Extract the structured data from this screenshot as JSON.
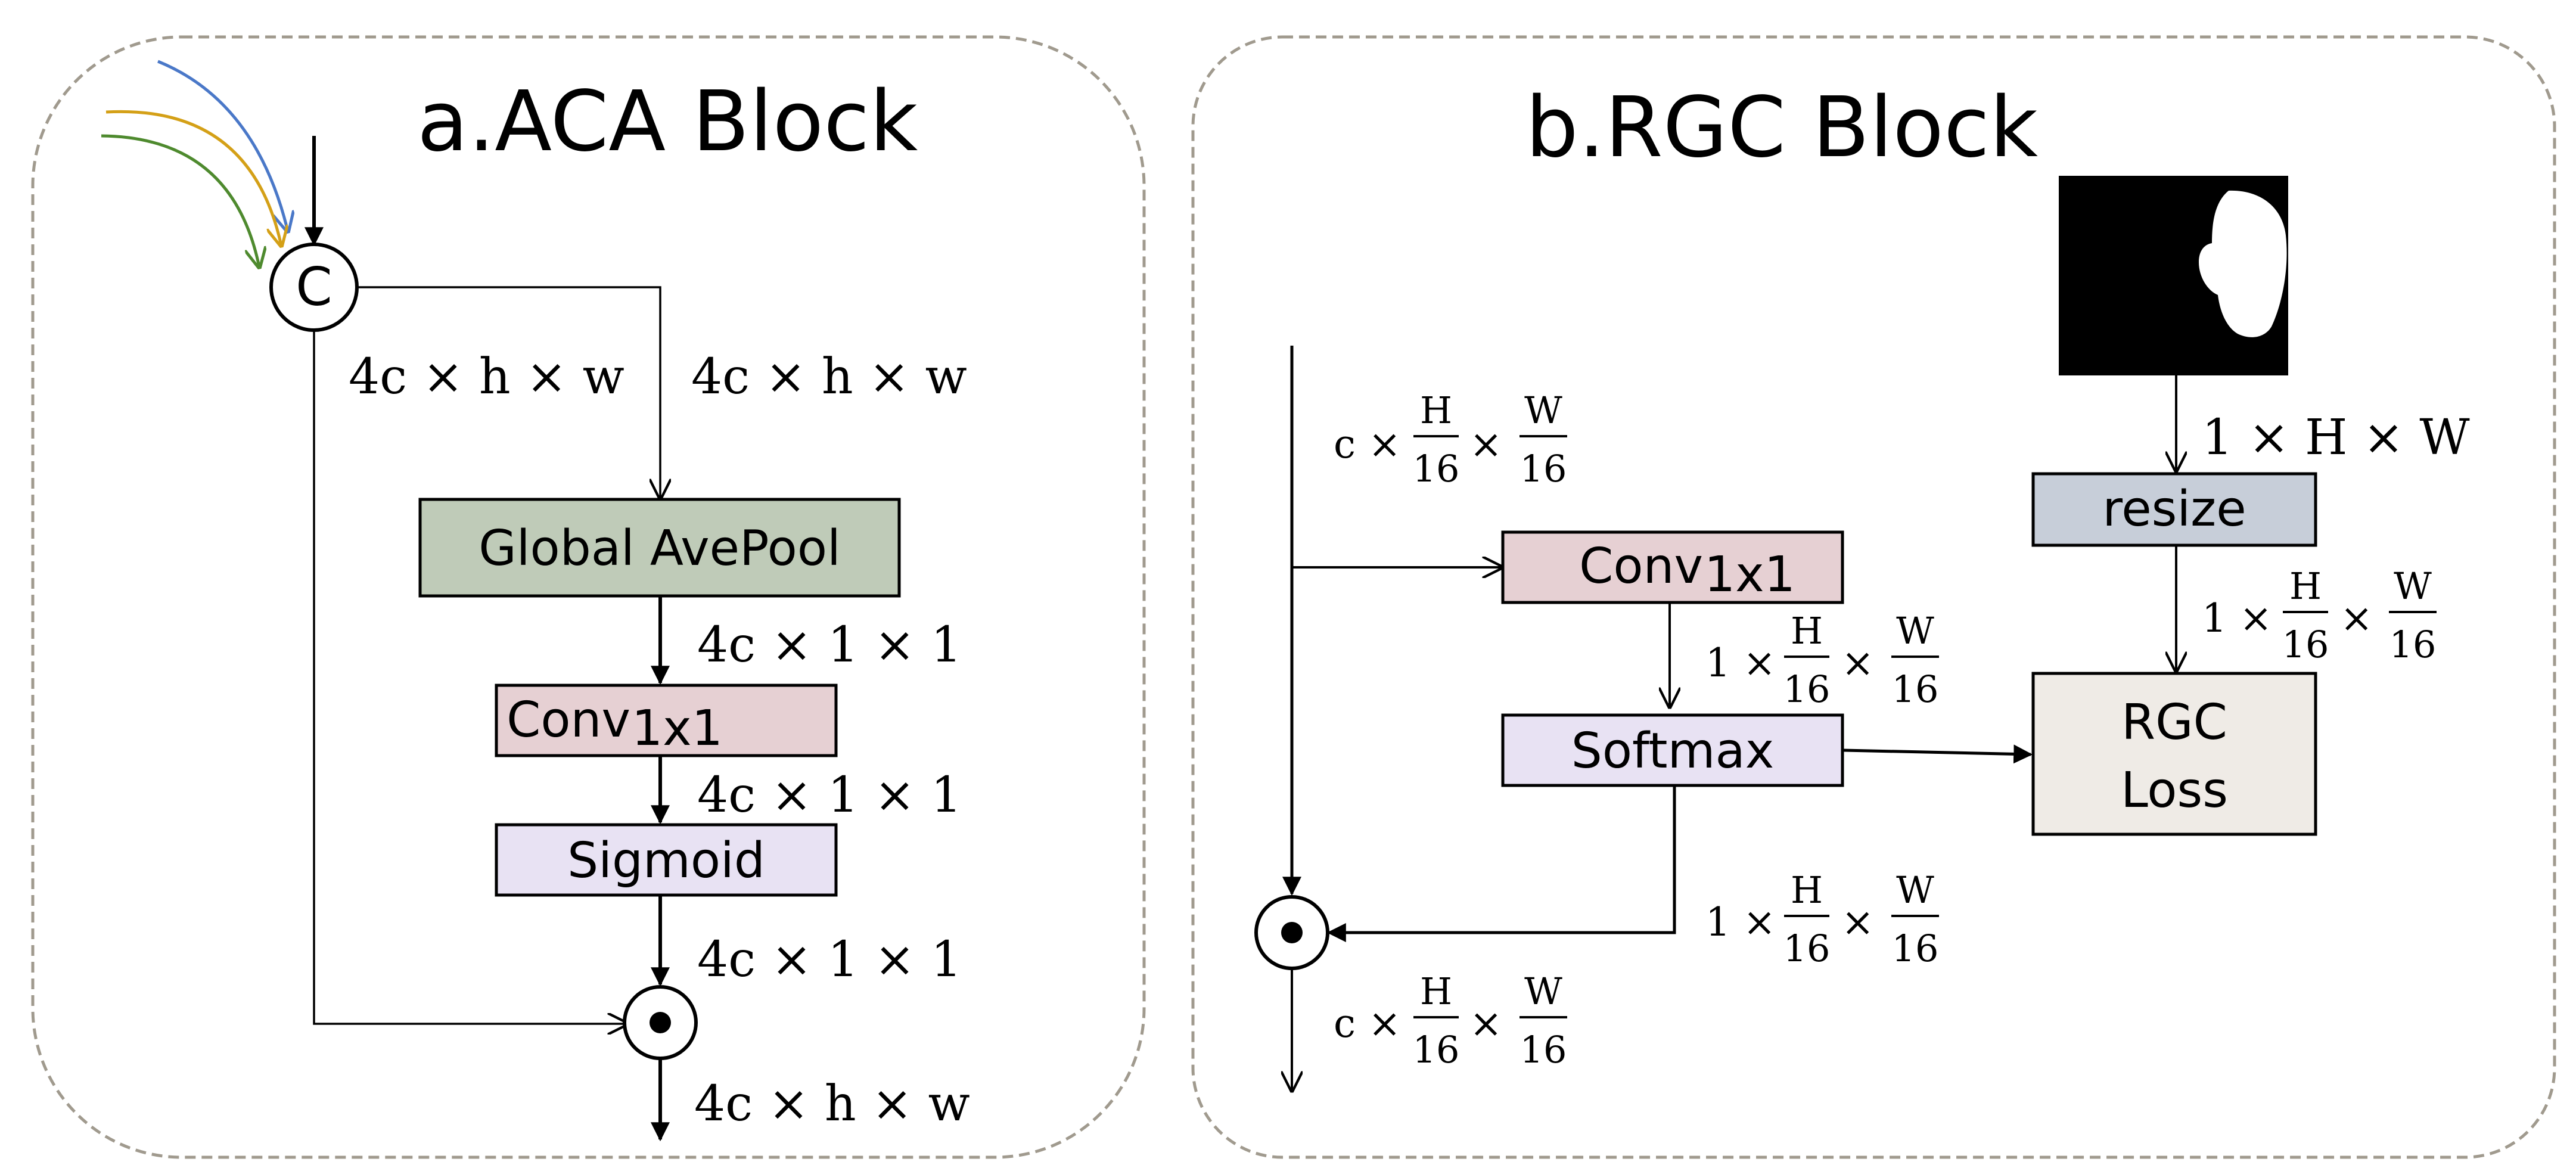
{
  "panel_a": {
    "title": "a.ACA Block",
    "concat_symbol": "C",
    "left_dim": "4c × h × w",
    "right_dim": "4c × h × w",
    "pool_label": "Global AvePool",
    "pool_out_dim": "4c × 1 × 1",
    "conv_label": "Conv",
    "conv_sub": "1x1",
    "conv_out_dim": "4c × 1 × 1",
    "sigmoid_label": "Sigmoid",
    "sigmoid_out_dim": "4c × 1 × 1",
    "output_dim": "4c × h × w"
  },
  "panel_b": {
    "title": "b.RGC Block",
    "input_dim": {
      "prefix": "c ×",
      "num1": "H",
      "den1": "16",
      "num2": "W",
      "den2": "16"
    },
    "conv_label": "Conv",
    "conv_sub": "1x1",
    "conv_out_dim": {
      "prefix": "1 ×",
      "num1": "H",
      "den1": "16",
      "num2": "W",
      "den2": "16"
    },
    "softmax_label": "Softmax",
    "softmax_out_dim": {
      "prefix": "1 ×",
      "num1": "H",
      "den1": "16",
      "num2": "W",
      "den2": "16"
    },
    "output_dim": {
      "prefix": "c ×",
      "num1": "H",
      "den1": "16",
      "num2": "W",
      "den2": "16"
    },
    "mask_dim": "1 × H × W",
    "resize_label": "resize",
    "resize_out_dim": {
      "prefix": "1 ×",
      "num1": "H",
      "den1": "16",
      "num2": "W",
      "den2": "16"
    },
    "loss_label_1": "RGC",
    "loss_label_2": "Loss"
  },
  "colors": {
    "pool_fill": "#bfcbb8",
    "conv_fill": "#e6d0d3",
    "sigmoid_fill": "#e8e2f3",
    "softmax_fill": "#e8e2f3",
    "resize_fill": "#c7ced9",
    "loss_fill": "#efebe6",
    "panel_border": "#a09a8e",
    "arrow_blue": "#4a78c8",
    "arrow_gold": "#d4a017",
    "arrow_green": "#4e8a2e",
    "mask_background": "#000000",
    "mask_region": "#ffffff"
  }
}
